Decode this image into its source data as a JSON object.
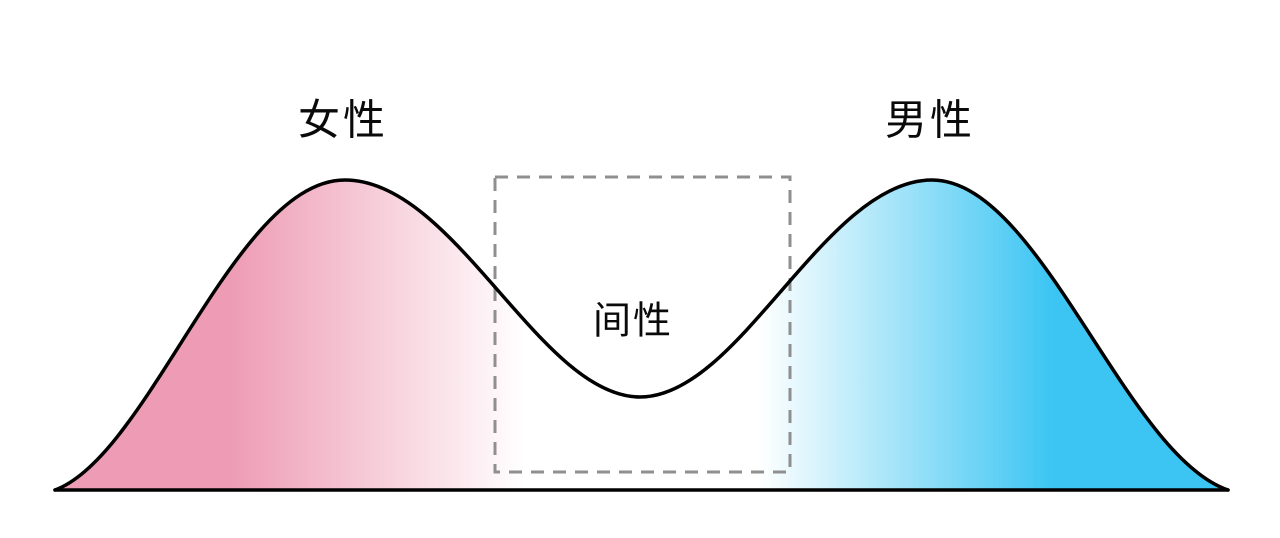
{
  "diagram": {
    "type": "bimodal-sex-distribution",
    "labels": {
      "female": "女性",
      "male": "男性",
      "intersex": "间性"
    },
    "colors": {
      "female_pink": "#ee9cb5",
      "male_blue": "#3cc5f3",
      "white": "#ffffff",
      "curve_black": "#000000",
      "dashed_box_gray": "#8f8f8f",
      "background": "#ffffff"
    }
  }
}
